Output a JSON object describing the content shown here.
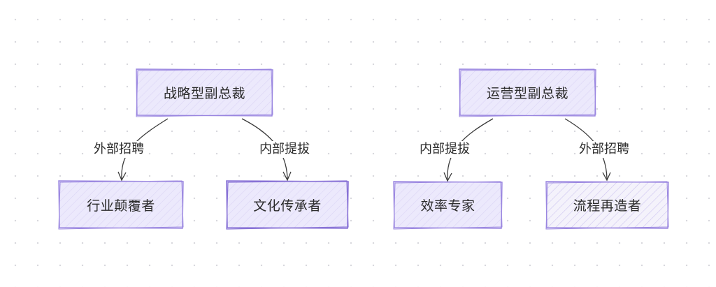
{
  "diagram": {
    "nodes": {
      "strategic_vp": "战略型副总裁",
      "operations_vp": "运营型副总裁",
      "industry_disruptor": "行业颠覆者",
      "culture_inheritor": "文化传承者",
      "efficiency_expert": "效率专家",
      "process_reengineer": "流程再造者"
    },
    "edges": {
      "strategic_to_disruptor": "外部招聘",
      "strategic_to_inheritor": "内部提拔",
      "operations_to_efficiency": "内部提拔",
      "operations_to_reengineer": "外部招聘"
    },
    "colors": {
      "node_fill": "#ece9fc",
      "node_stroke": "#9a86e0",
      "edge": "#3a3a3a"
    }
  }
}
